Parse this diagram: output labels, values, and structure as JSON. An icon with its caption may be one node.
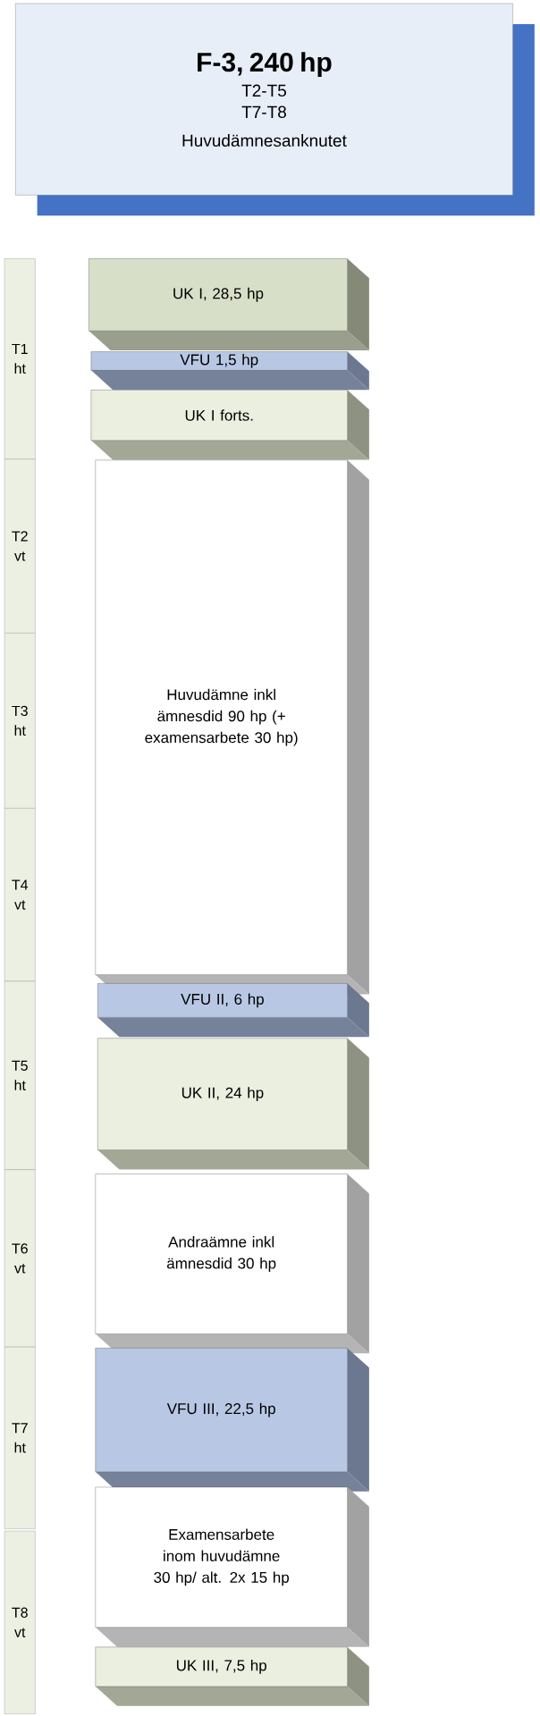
{
  "diagram": {
    "nodes": [
      {
        "text": [
          "F-3, 240 hp",
          "T2-T5",
          "T7-T8",
          "Huvudämnesanknutet"
        ]
      },
      {
        "text": [
          "T1 ht"
        ]
      },
      {
        "text": [
          "T2 vt"
        ]
      },
      {
        "text": [
          "T3 ht"
        ]
      },
      {
        "text": [
          "T4 vt"
        ]
      },
      {
        "text": [
          "T5 ht"
        ]
      },
      {
        "text": [
          "T6 vt"
        ]
      },
      {
        "text": [
          "T7 ht"
        ]
      },
      {
        "text": [
          "T8 vt"
        ]
      },
      {
        "text": [
          "UK I, 28,5 hp"
        ]
      },
      {
        "text": [
          "VFU 1,5 hp"
        ]
      },
      {
        "text": [
          "UK I forts."
        ]
      },
      {
        "text": [
          "Huvudämne inkl ämnesdid 90 hp (+ examensarbete 30 hp)"
        ]
      },
      {
        "text": [
          "VFU II, 6 hp"
        ]
      },
      {
        "text": [
          "UK II, 24 hp"
        ]
      },
      {
        "text": [
          "Andraämne inkl ämnesdid 30 hp"
        ]
      },
      {
        "text": [
          "VFU III, 22,5 hp"
        ]
      },
      {
        "text": [
          "Examensarbete inom huvudämne 30 hp/ alt. 2x 15 hp"
        ]
      },
      {
        "text": [
          "UK III, 7,5 hp"
        ]
      }
    ]
  }
}
